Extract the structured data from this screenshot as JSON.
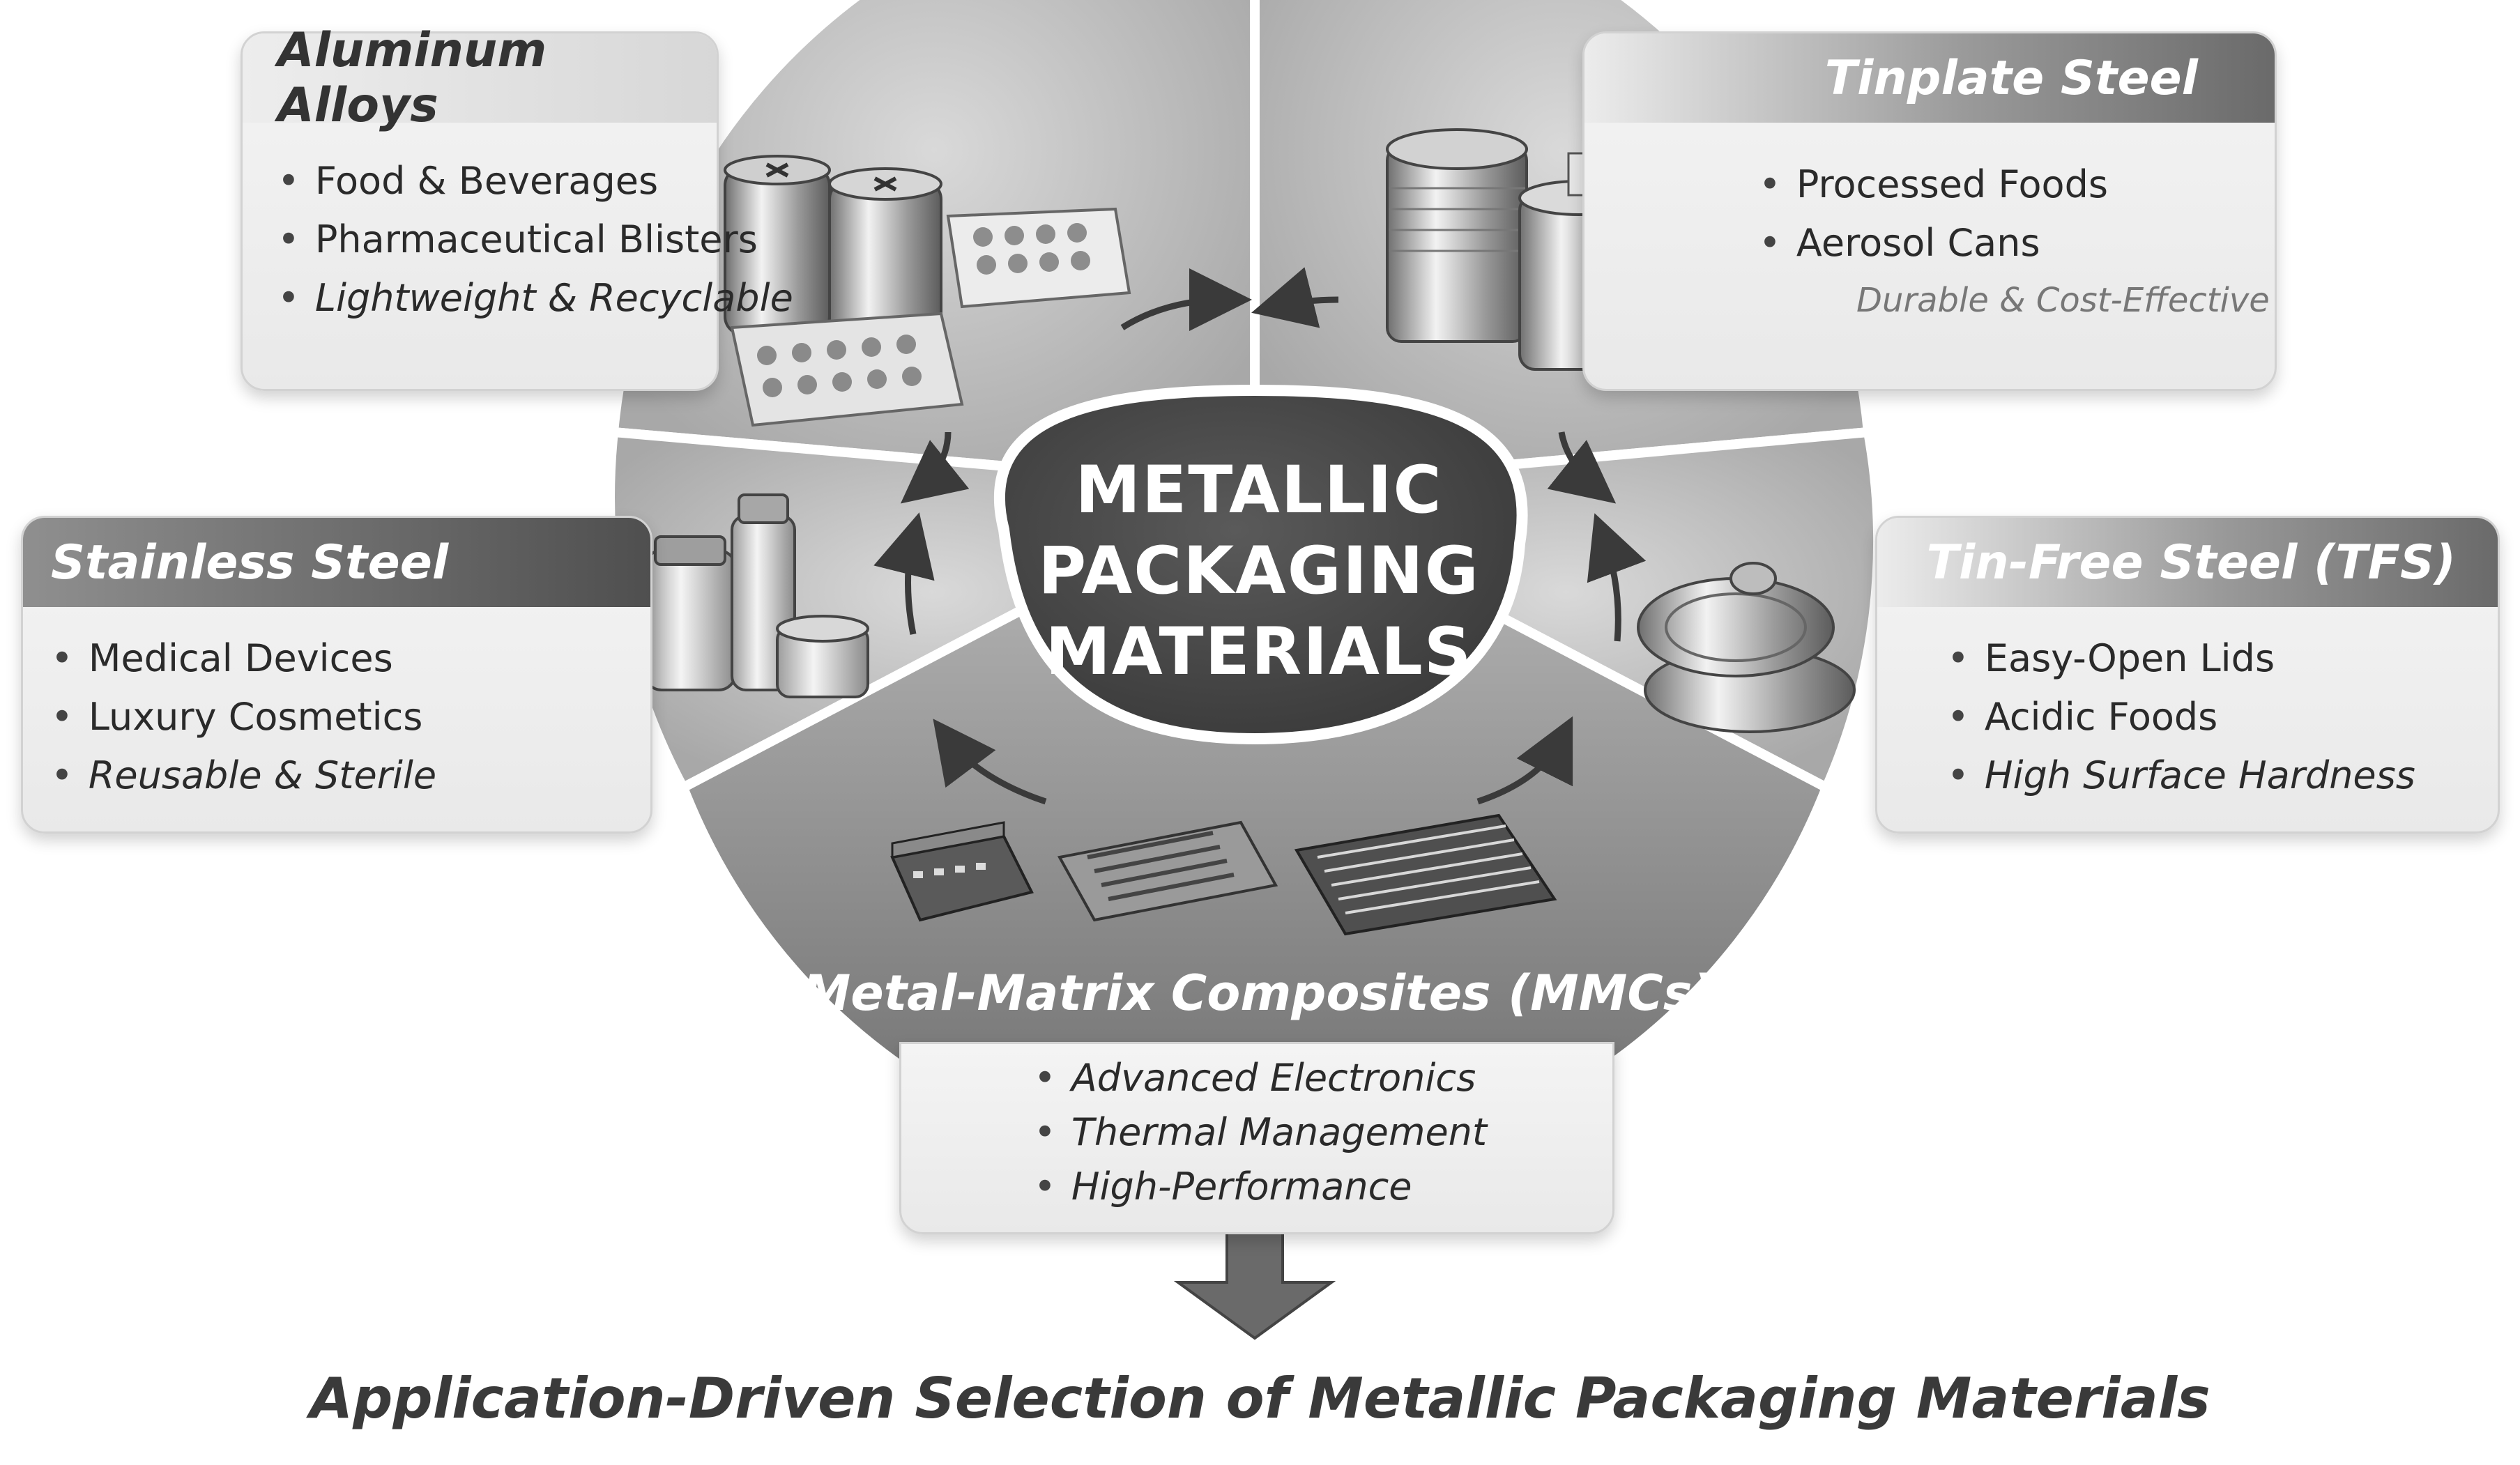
{
  "hub": {
    "line1": "METALLIC",
    "line2": "PACKAGING",
    "line3": "MATERIALS"
  },
  "aluminum": {
    "title": "Aluminum Alloys",
    "items": [
      "Food & Beverages",
      "Pharmaceutical Blisters",
      "Lightweight & Recyclable"
    ]
  },
  "tinplate": {
    "title": "Tinplate Steel",
    "items": [
      "Processed Foods",
      "Aerosol Cans"
    ],
    "note": "Durable & Cost-Effective"
  },
  "stainless": {
    "title": "Stainless Steel",
    "items": [
      "Medical Devices",
      "Luxury Cosmetics",
      "Reusable & Sterile"
    ]
  },
  "tfs": {
    "title": "Tin-Free Steel (TFS)",
    "items": [
      "Easy-Open Lids",
      "Acidic Foods",
      "High Surface Hardness"
    ]
  },
  "mmc": {
    "title": "Metal-Matrix Composites (MMCs)",
    "items": [
      "Advanced Electronics",
      "Thermal Management",
      "High-Performance"
    ]
  },
  "footer": {
    "title": "Application-Driven Selection of Metallic Packaging Materials"
  },
  "colors": {
    "hub": "#4a4a4a",
    "wheel_light": "#cfcfcf",
    "wheel_dark": "#8a8a8a",
    "panel": "#eeeeee"
  },
  "icons": [
    "beverage-can-icon",
    "blister-pack-icon",
    "food-can-icon",
    "aerosol-can-icon",
    "vial-icon",
    "jar-icon",
    "easy-open-lid-icon",
    "circuit-module-icon",
    "heat-sink-icon"
  ]
}
